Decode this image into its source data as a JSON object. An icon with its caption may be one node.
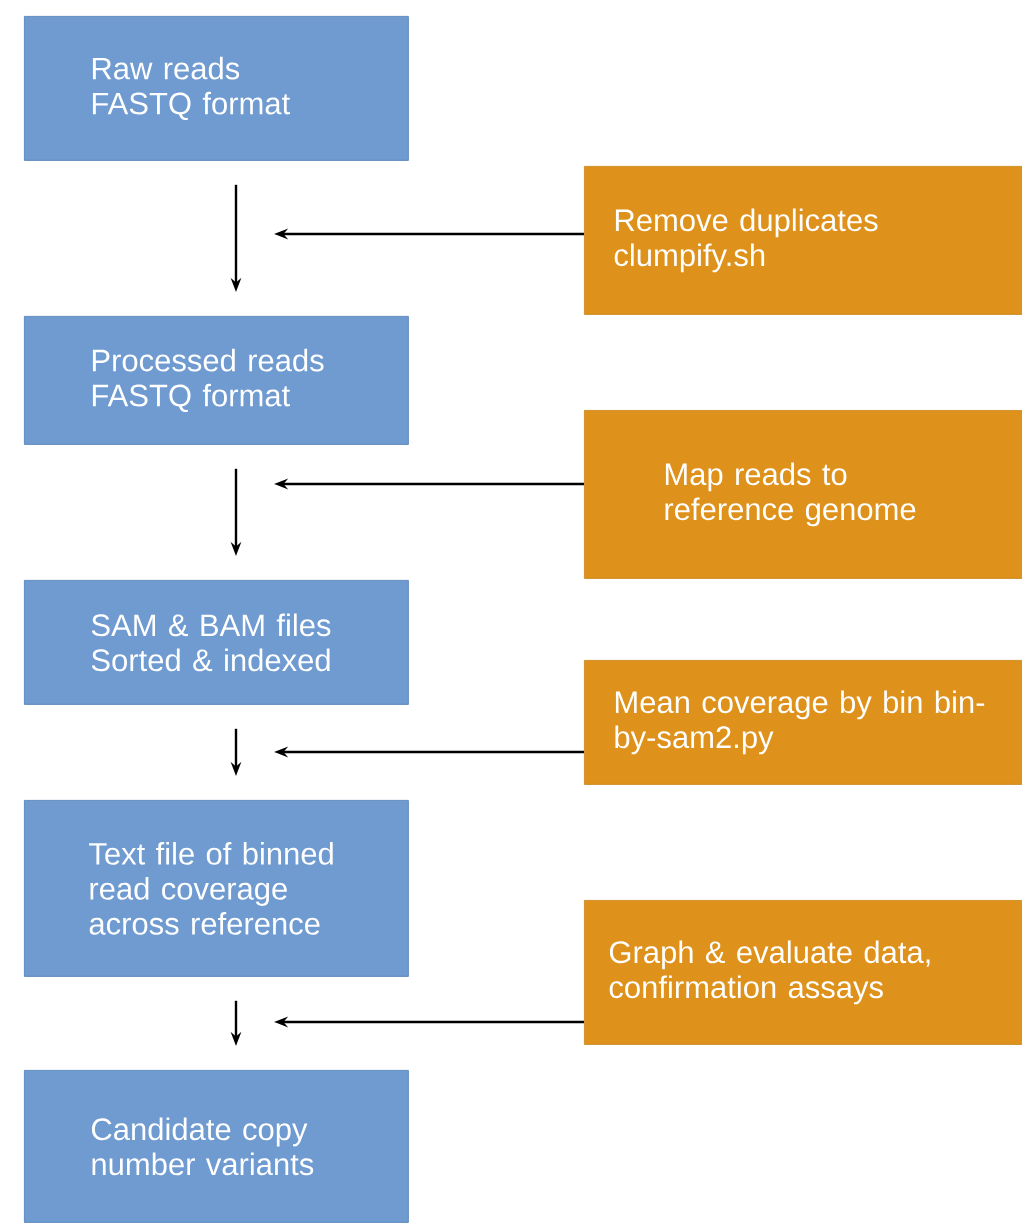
{
  "diagram": {
    "nodes": [
      {
        "text": [
          "Raw reads FASTQ format"
        ]
      },
      {
        "text": [
          "Remove duplicates clumpify.sh"
        ]
      },
      {
        "text": [
          "Processed reads FASTQ format"
        ]
      },
      {
        "text": [
          "Map reads to reference genome"
        ]
      },
      {
        "text": [
          "SAM & BAM files Sorted & indexed"
        ]
      },
      {
        "text": [
          "Mean coverage by bin bin-by-sam2.py"
        ]
      },
      {
        "text": [
          "Text file of binned read coverage across reference"
        ]
      },
      {
        "text": [
          "Graph & evaluate data, confirmation assays"
        ]
      },
      {
        "text": [
          "Candidate copy number variants"
        ]
      }
    ],
    "edges": [
      {
        "from": 0,
        "to": 2,
        "arrow": "to"
      },
      {
        "from": 1,
        "to": null,
        "arrow": "to"
      },
      {
        "from": 2,
        "to": 4,
        "arrow": "to"
      },
      {
        "from": 3,
        "to": null,
        "arrow": "to"
      },
      {
        "from": 4,
        "to": 6,
        "arrow": "to"
      },
      {
        "from": 5,
        "to": null,
        "arrow": "to"
      },
      {
        "from": 6,
        "to": 8,
        "arrow": "to"
      },
      {
        "from": 7,
        "to": null,
        "arrow": "to"
      }
    ]
  }
}
